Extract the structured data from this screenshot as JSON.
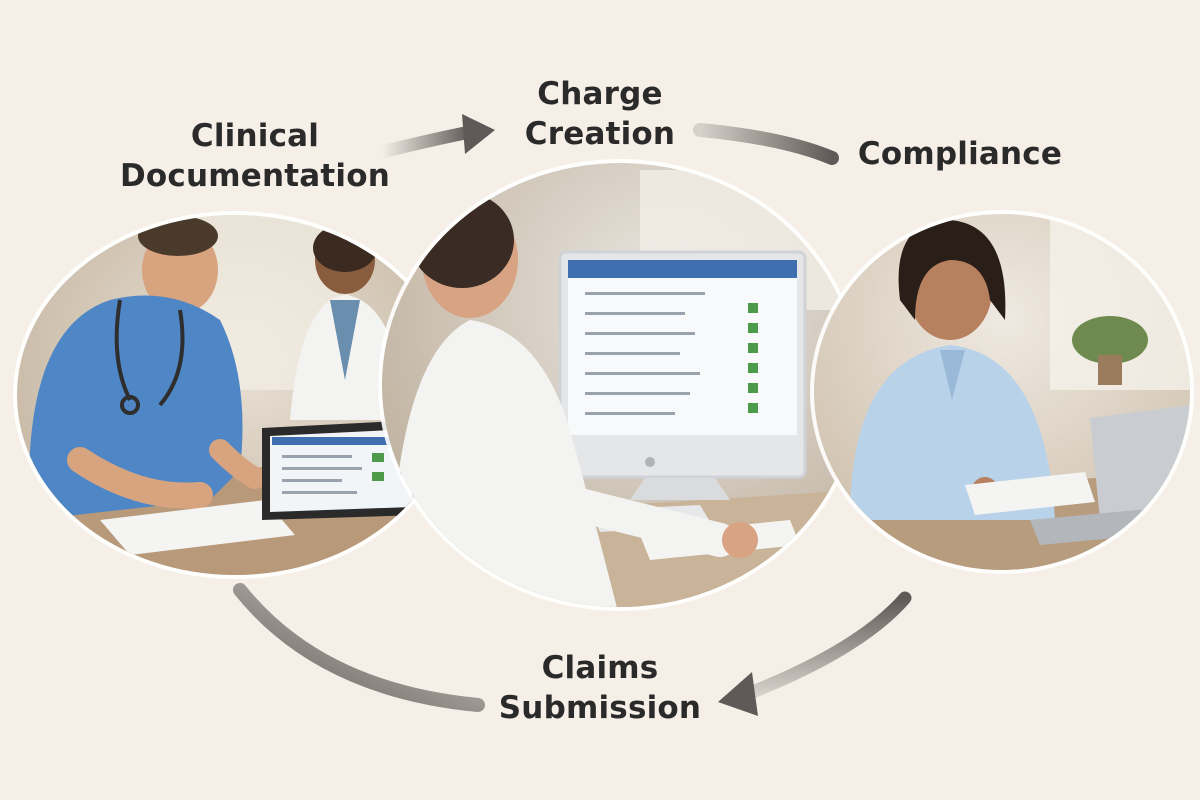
{
  "steps": [
    {
      "id": "clinical",
      "lines": [
        "Clinical",
        "Documentation"
      ]
    },
    {
      "id": "charge",
      "lines": [
        "Charge",
        "Creation"
      ]
    },
    {
      "id": "compliance",
      "lines": [
        "Compliance"
      ]
    },
    {
      "id": "claims",
      "lines": [
        "Claims",
        "Submission"
      ]
    }
  ],
  "colors": {
    "background": "#f6efe8",
    "arrow": "#5f5a57",
    "scrub_blue": "#4f86c6",
    "coat_white": "#f3f3f1",
    "screen_header": "#3f6fae",
    "check_green": "#4c9a4a"
  },
  "photos": [
    {
      "subject": "clinicians-with-tablet",
      "icons": [
        "stethoscope-icon",
        "tablet-icon",
        "clipboard-icon"
      ]
    },
    {
      "subject": "worker-at-monitor",
      "icons": [
        "monitor-icon",
        "checkmark-icon",
        "keyboard-icon"
      ]
    },
    {
      "subject": "woman-with-laptop",
      "icons": [
        "laptop-icon",
        "papers-icon",
        "plant-icon"
      ]
    }
  ]
}
